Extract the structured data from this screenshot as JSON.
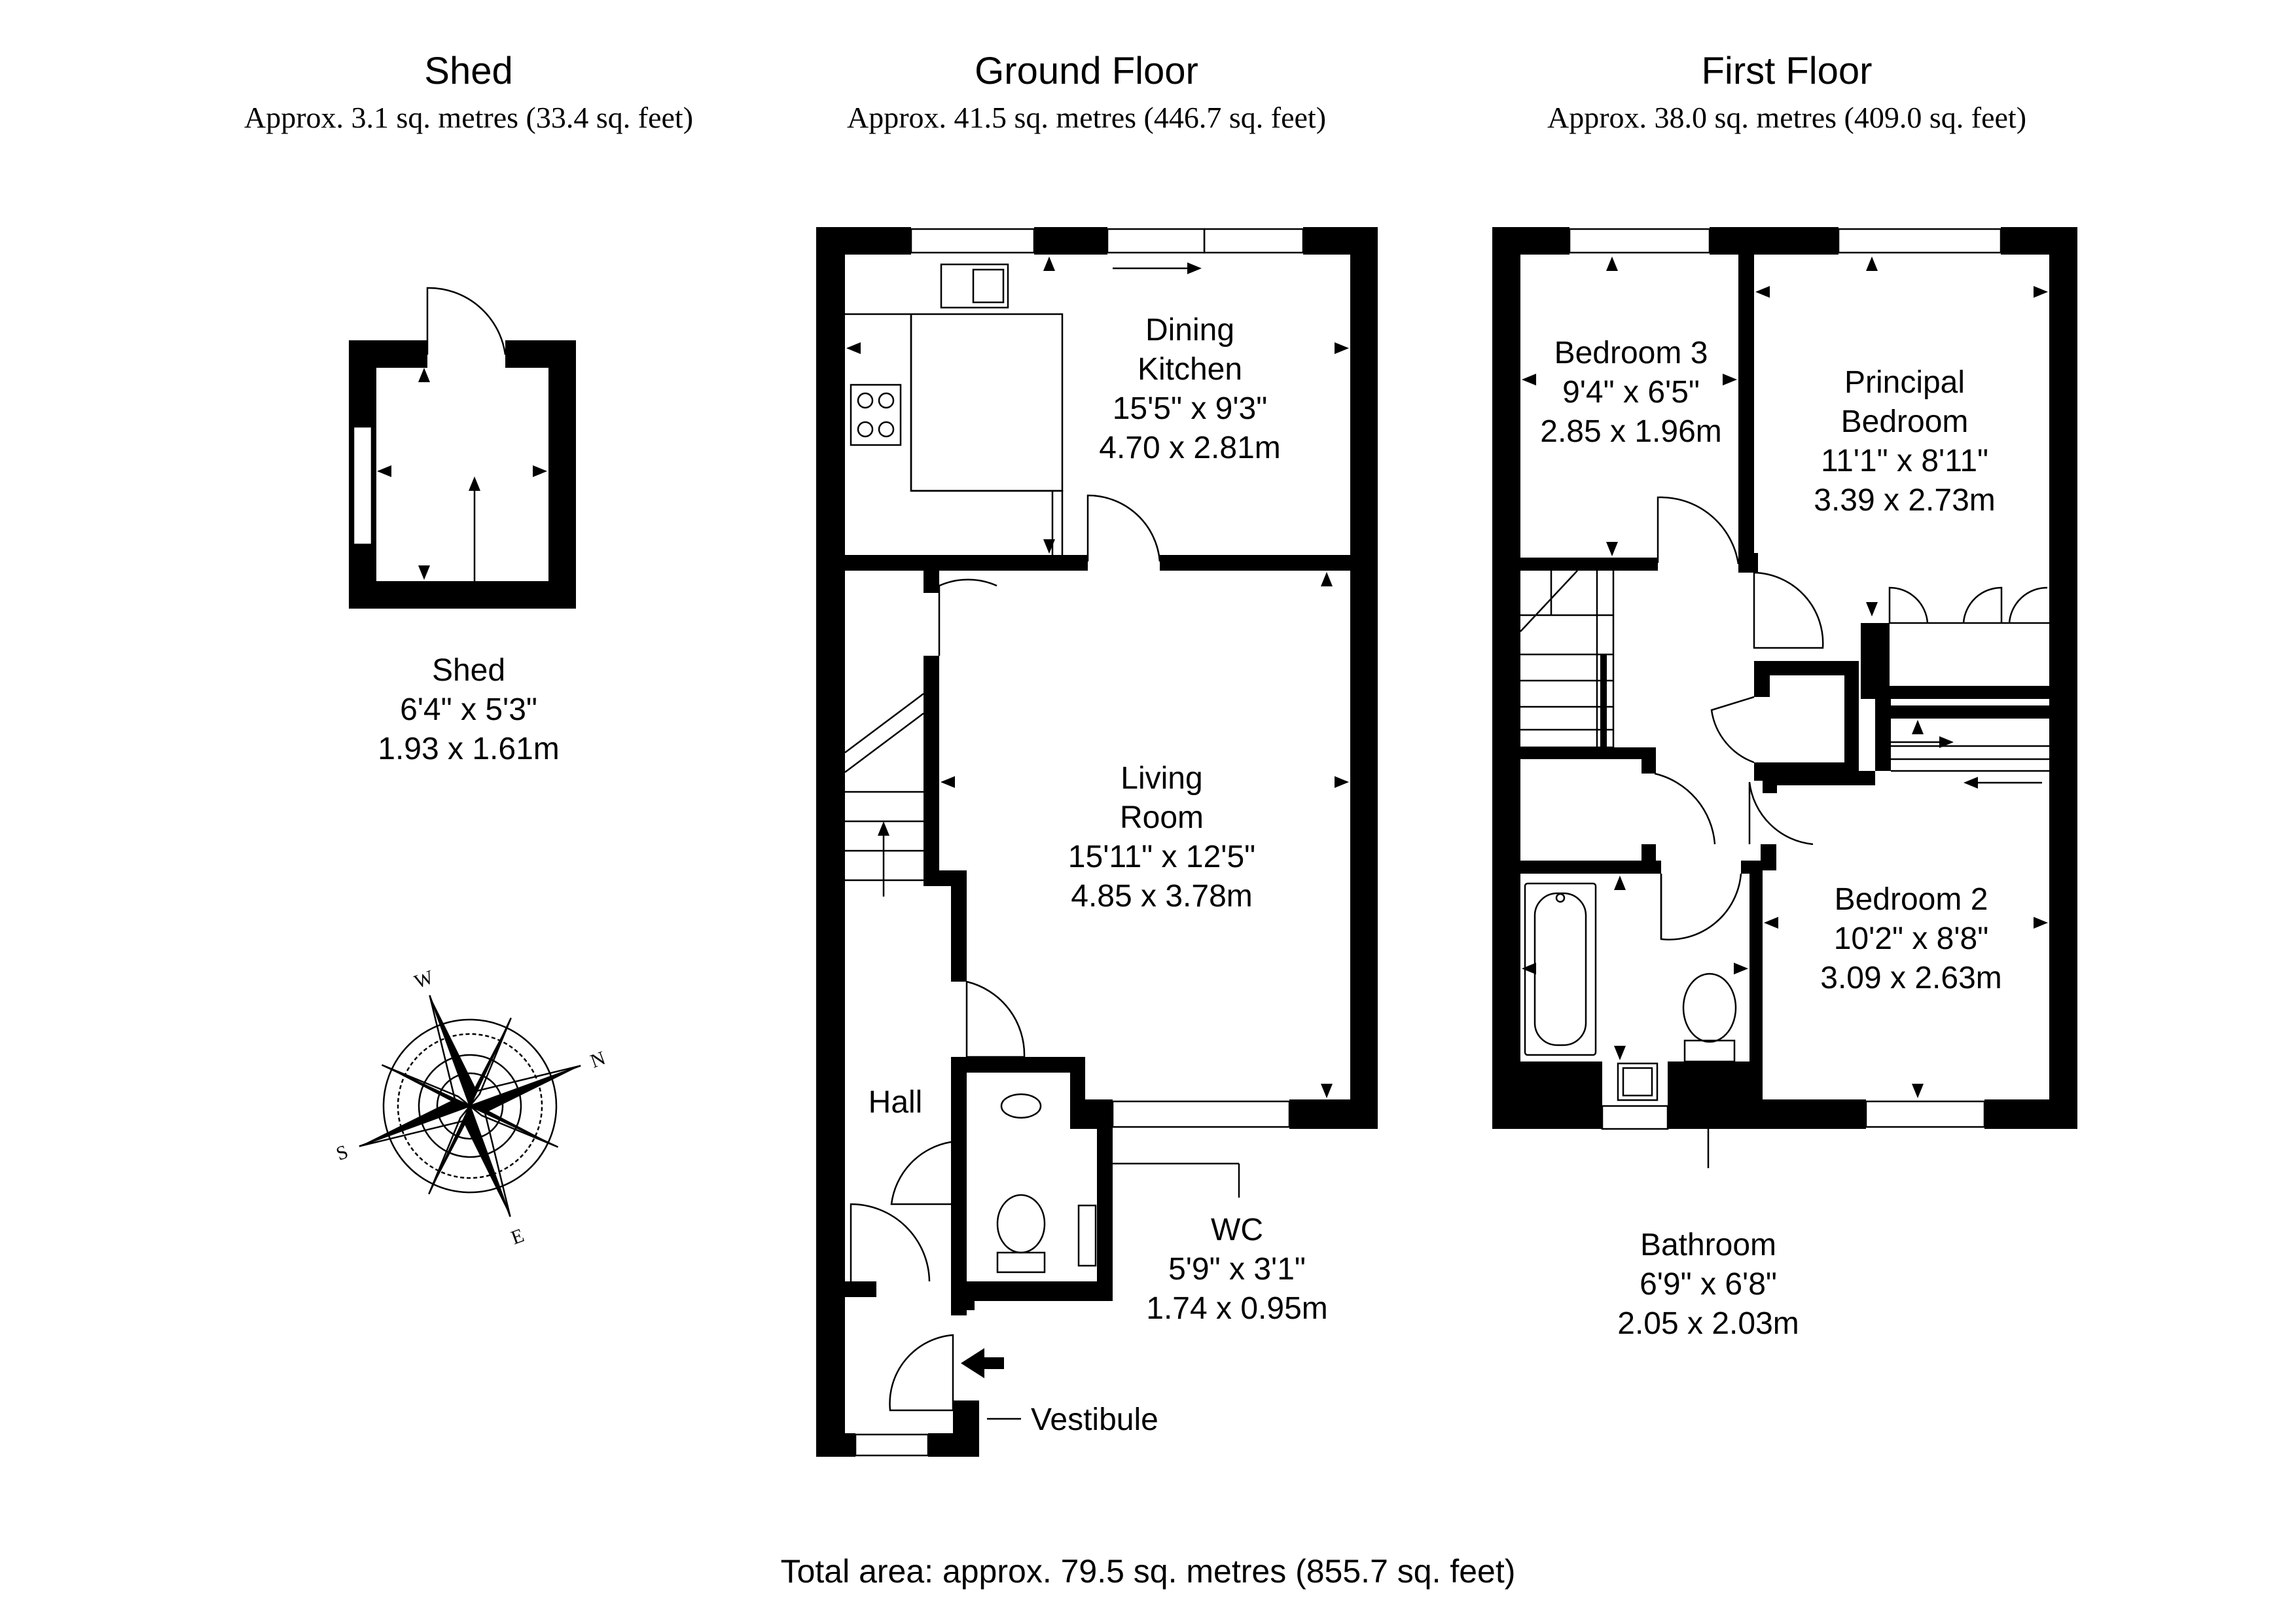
{
  "headings": {
    "shed": {
      "title": "Shed",
      "area": "Approx. 3.1 sq. metres (33.4 sq. feet)"
    },
    "ground": {
      "title": "Ground Floor",
      "area": "Approx. 41.5 sq. metres (446.7 sq. feet)"
    },
    "first": {
      "title": "First Floor",
      "area": "Approx. 38.0 sq. metres (409.0 sq. feet)"
    }
  },
  "rooms": {
    "shed": {
      "name": "Shed",
      "imperial": "6'4\" x 5'3\"",
      "metric": "1.93 x 1.61m"
    },
    "kitchen": {
      "name1": "Dining",
      "name2": "Kitchen",
      "imperial": "15'5\" x 9'3\"",
      "metric": "4.70 x 2.81m"
    },
    "living": {
      "name1": "Living",
      "name2": "Room",
      "imperial": "15'11\" x 12'5\"",
      "metric": "4.85 x 3.78m"
    },
    "hall": {
      "name": "Hall"
    },
    "wc": {
      "name": "WC",
      "imperial": "5'9\" x 3'1\"",
      "metric": "1.74 x 0.95m"
    },
    "vestibule": {
      "name": "Vestibule"
    },
    "bedroom3": {
      "name": "Bedroom 3",
      "imperial": "9'4\" x 6'5\"",
      "metric": "2.85 x 1.96m"
    },
    "principal": {
      "name1": "Principal",
      "name2": "Bedroom",
      "imperial": "11'1\" x 8'11\"",
      "metric": "3.39 x 2.73m"
    },
    "bedroom2": {
      "name": "Bedroom 2",
      "imperial": "10'2\" x 8'8\"",
      "metric": "3.09 x 2.63m"
    },
    "bathroom": {
      "name": "Bathroom",
      "imperial": "6'9\" x 6'8\"",
      "metric": "2.05 x 2.03m"
    }
  },
  "compass": {
    "n": "N",
    "s": "S",
    "e": "E",
    "w": "W"
  },
  "total": "Total area: approx. 79.5 sq. metres (855.7 sq. feet)"
}
